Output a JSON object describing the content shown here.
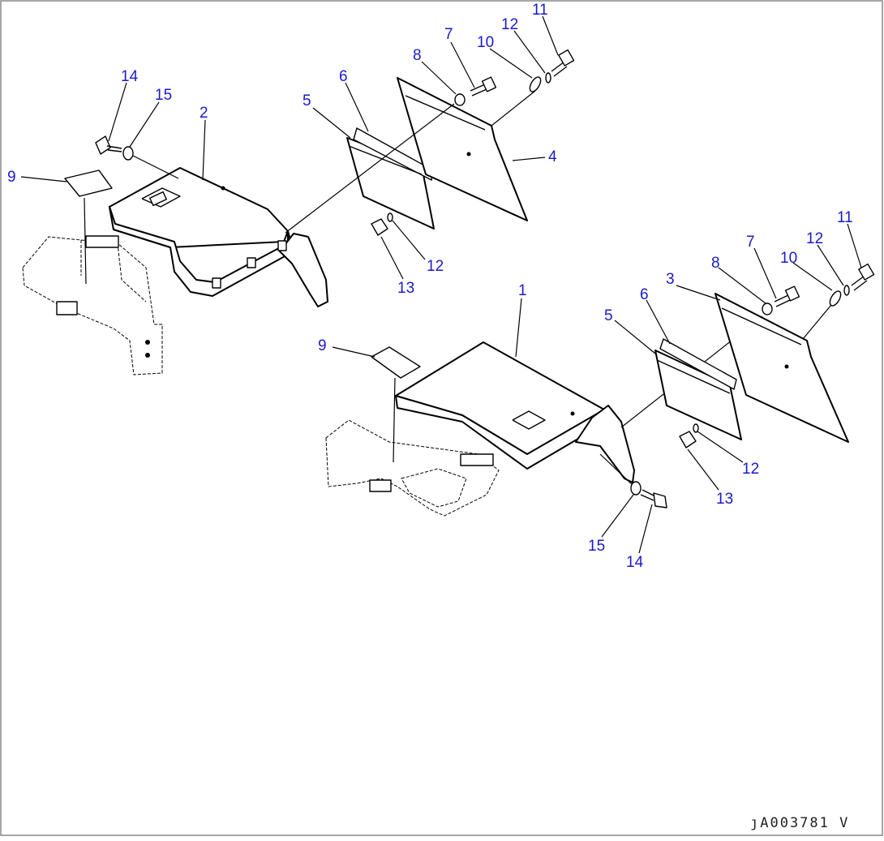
{
  "diagram": {
    "drawing_id": "ȷA003781 V",
    "colors": {
      "callout": "#1a1acc",
      "line": "#000000",
      "background": "#ffffff",
      "frame": "#888888"
    },
    "callouts": [
      {
        "id": "c14a",
        "text": "14"
      },
      {
        "id": "c15a",
        "text": "15"
      },
      {
        "id": "c2",
        "text": "2"
      },
      {
        "id": "c9a",
        "text": "9"
      },
      {
        "id": "c5a",
        "text": "5"
      },
      {
        "id": "c6a",
        "text": "6"
      },
      {
        "id": "c8a",
        "text": "8"
      },
      {
        "id": "c7a",
        "text": "7"
      },
      {
        "id": "c10a",
        "text": "10"
      },
      {
        "id": "c12a",
        "text": "12"
      },
      {
        "id": "c11a",
        "text": "11"
      },
      {
        "id": "c4",
        "text": "4"
      },
      {
        "id": "c12b",
        "text": "12"
      },
      {
        "id": "c13a",
        "text": "13"
      },
      {
        "id": "c1",
        "text": "1"
      },
      {
        "id": "c9b",
        "text": "9"
      },
      {
        "id": "c3",
        "text": "3"
      },
      {
        "id": "c6b",
        "text": "6"
      },
      {
        "id": "c5b",
        "text": "5"
      },
      {
        "id": "c8b",
        "text": "8"
      },
      {
        "id": "c7b",
        "text": "7"
      },
      {
        "id": "c10b",
        "text": "10"
      },
      {
        "id": "c12c",
        "text": "12"
      },
      {
        "id": "c11b",
        "text": "11"
      },
      {
        "id": "c12d",
        "text": "12"
      },
      {
        "id": "c13b",
        "text": "13"
      },
      {
        "id": "c15b",
        "text": "15"
      },
      {
        "id": "c14b",
        "text": "14"
      }
    ]
  }
}
